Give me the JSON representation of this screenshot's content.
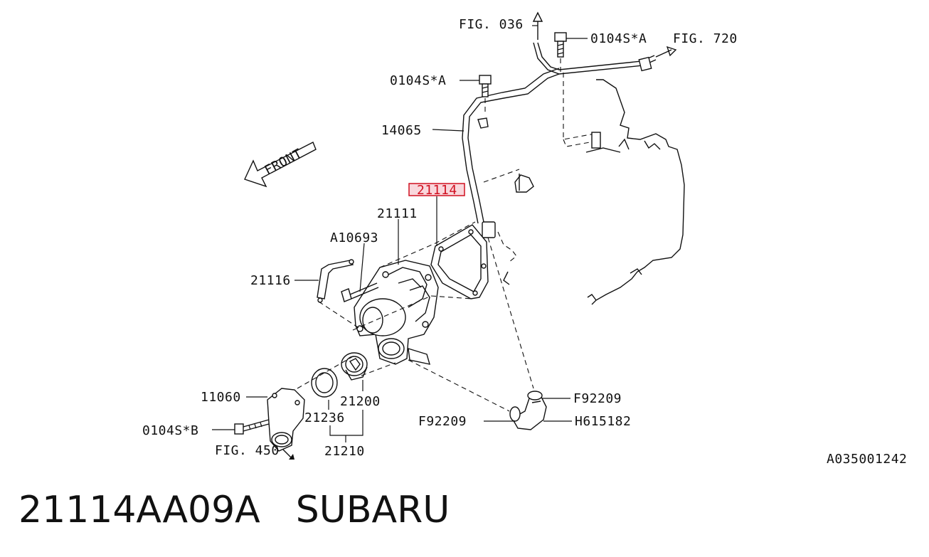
{
  "diagram": {
    "labels": {
      "fig_036": "FIG. 036",
      "bolt_a_top": "0104S*A",
      "fig_720": "FIG. 720",
      "bolt_a_mid": "0104S*A",
      "pipe": "14065",
      "front": "FRONT",
      "gasket_highlight": "21114",
      "pump": "21111",
      "stud": "A10693",
      "bracket": "21116",
      "clip_upper": "F92209",
      "clip_lower": "F92209",
      "hose": "H615182",
      "cover": "11060",
      "thermostat": "21200",
      "o_ring": "21236",
      "bolt_b": "0104S*B",
      "fig_450": "FIG. 450",
      "thermostat_assy": "21210",
      "diagram_code": "A035001242"
    },
    "highlight_color": "#d01020",
    "highlight_fill": "#f9d7dc"
  },
  "footer": {
    "part_number": "21114AA09A",
    "brand": "SUBARU"
  }
}
